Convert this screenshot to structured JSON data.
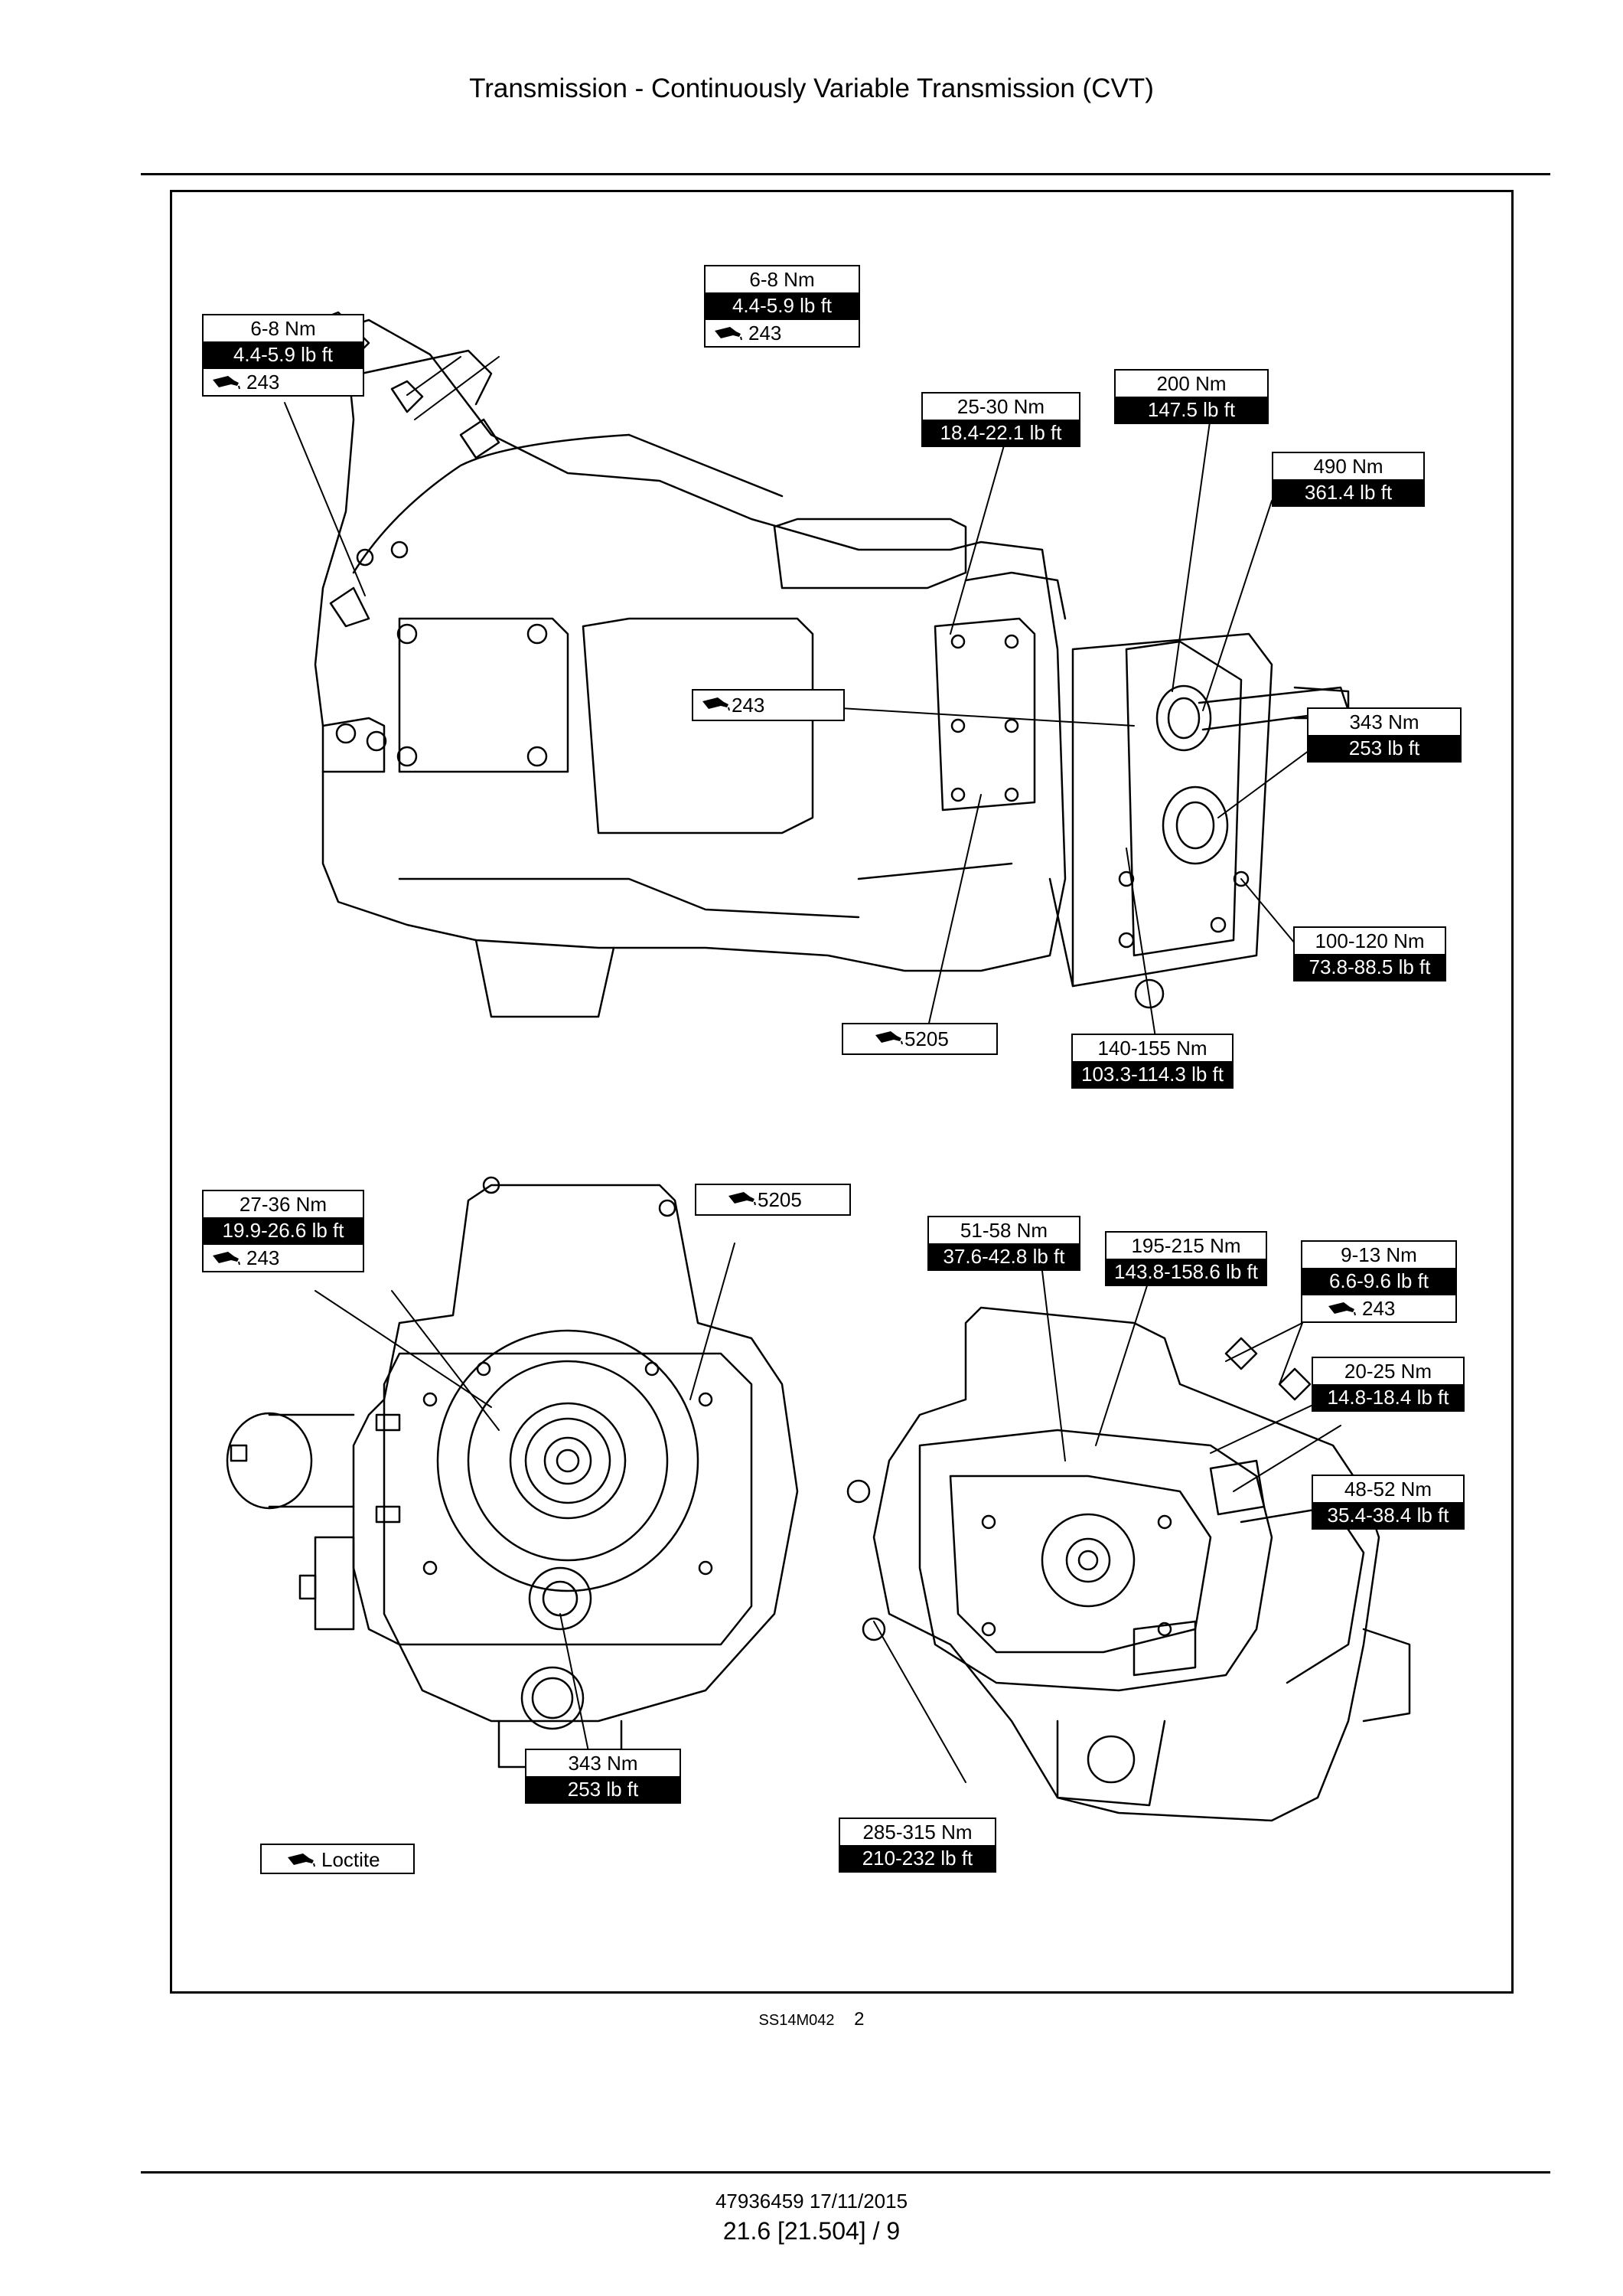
{
  "header": {
    "title": "Transmission - Continuously Variable Transmission (CVT)"
  },
  "figure": {
    "code": "SS14M042",
    "number": "2",
    "callouts": {
      "c1": {
        "nm": "6-8 Nm",
        "lbft": "4.4-5.9 lb ft",
        "loctite": "243"
      },
      "c2": {
        "nm": "6-8 Nm",
        "lbft": "4.4-5.9 lb ft",
        "loctite": "243"
      },
      "c3": {
        "nm": "25-30 Nm",
        "lbft": "18.4-22.1 lb ft"
      },
      "c4": {
        "nm": "200 Nm",
        "lbft": "147.5 lb ft"
      },
      "c5": {
        "nm": "490 Nm",
        "lbft": "361.4 lb ft"
      },
      "c6": {
        "loctite": "243"
      },
      "c7": {
        "nm": "343 Nm",
        "lbft": "253 lb ft"
      },
      "c8": {
        "nm": "100-120 Nm",
        "lbft": "73.8-88.5 lb ft"
      },
      "c9": {
        "loctite": "5205"
      },
      "c10": {
        "nm": "140-155 Nm",
        "lbft": "103.3-114.3 lb ft"
      },
      "c11": {
        "nm": "27-36 Nm",
        "lbft": "19.9-26.6 lb ft",
        "loctite": "243"
      },
      "c12": {
        "loctite": "5205"
      },
      "c13": {
        "nm": "343 Nm",
        "lbft": "253 lb ft"
      },
      "c14": {
        "nm": "51-58 Nm",
        "lbft": "37.6-42.8 lb ft"
      },
      "c15": {
        "nm": "195-215 Nm",
        "lbft": "143.8-158.6 lb ft"
      },
      "c16": {
        "nm": "9-13 Nm",
        "lbft": "6.6-9.6 lb ft",
        "loctite": "243"
      },
      "c17": {
        "nm": "20-25 Nm",
        "lbft": "14.8-18.4 lb ft"
      },
      "c18": {
        "nm": "48-52 Nm",
        "lbft": "35.4-38.4 lb ft"
      },
      "c19": {
        "nm": "285-315 Nm",
        "lbft": "210-232 lb ft"
      }
    },
    "legend": {
      "label": "Loctite"
    }
  },
  "footer": {
    "doc_ref": "47936459 17/11/2015",
    "page": "21.6 [21.504] / 9"
  }
}
